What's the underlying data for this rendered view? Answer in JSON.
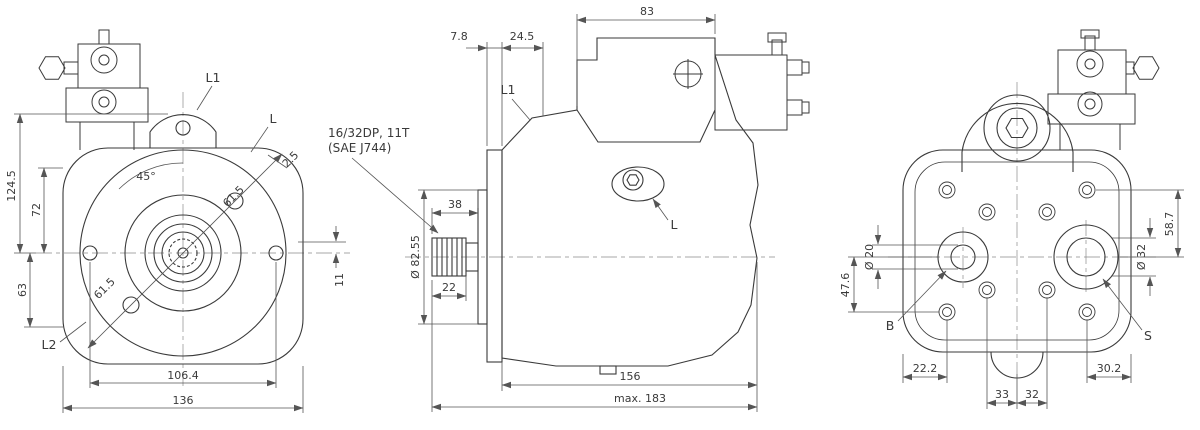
{
  "title": "Hydraulic axial piston pump dimensional drawing (3 views)",
  "colors": {
    "object_line": "#3a3a3a",
    "dimension_line": "#555555",
    "centerline": "#8a8a8a"
  },
  "drawing": {
    "front": {
      "l1": "L1",
      "l": "L",
      "l2": "L2",
      "angle45": "45°",
      "offset25": "2.5",
      "h1245": "124.5",
      "h72": "72",
      "h63": "63",
      "d615a": "61.5",
      "d615b": "61.5",
      "w11": "11",
      "w1064": "106.4",
      "w136": "136"
    },
    "side": {
      "l1": "L1",
      "l": "L",
      "note1": "16/32DP, 11T",
      "note2": "(SAE J744)",
      "t78": "7.8",
      "t245": "24.5",
      "t83": "83",
      "shaft38": "38",
      "dia8255": "Ø 82.55",
      "spline22": "22",
      "len156": "156",
      "max183": "max. 183"
    },
    "rear": {
      "b": "B",
      "s": "S",
      "h476": "47.6",
      "dia20": "Ø 20",
      "dia32": "Ø 32",
      "h587": "58.7",
      "b222": "22.2",
      "b302": "30.2",
      "b33": "33",
      "b32": "32"
    }
  }
}
